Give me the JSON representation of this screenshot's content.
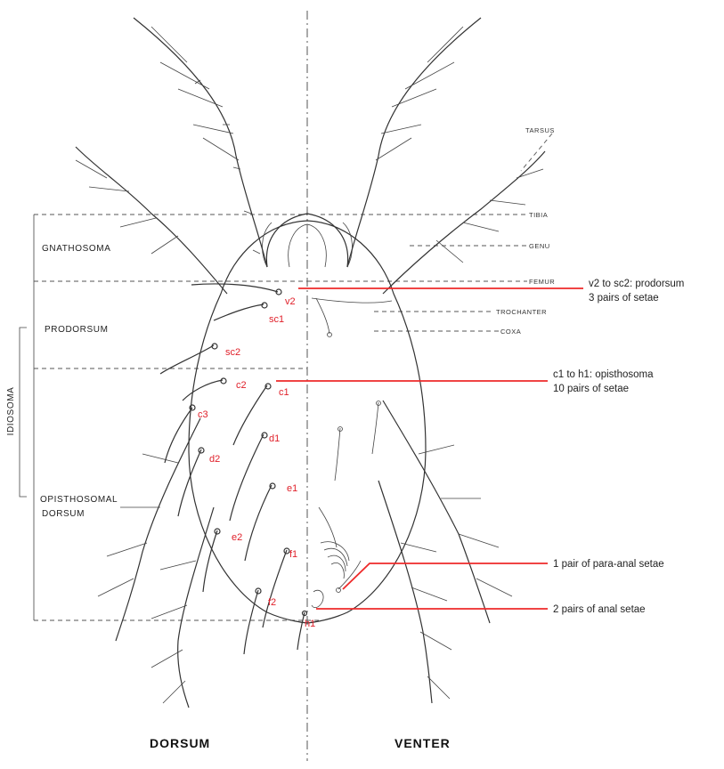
{
  "regions": {
    "gnathosoma": "GNATHOSOMA",
    "prodorsum": "PRODORSUM",
    "opisthosomal_line1": "OPISTHOSOMAL",
    "opisthosomal_line2": "DORSUM",
    "idiosoma": "IDIOSOMA"
  },
  "leg_segments": {
    "tarsus": "TARSUS",
    "tibia": "TIBIA",
    "genu": "GENU",
    "femur": "FEMUR",
    "trochanter": "TROCHANTER",
    "coxa": "COXA"
  },
  "setae": {
    "v2": "v2",
    "sc1": "sc1",
    "sc2": "sc2",
    "c2": "c2",
    "c1": "c1",
    "c3": "c3",
    "d1": "d1",
    "d2": "d2",
    "e1": "e1",
    "e2": "e2",
    "f1": "f1",
    "f2": "f2",
    "h1": "h1"
  },
  "annotations": {
    "prodorsum_line1": "v2 to sc2: prodorsum",
    "prodorsum_line2": "3 pairs of setae",
    "opisthosoma_line1": "c1 to h1: opisthosoma",
    "opisthosoma_line2": "10 pairs of  setae",
    "para_anal": "1 pair of para-anal setae",
    "anal": "2 pairs of anal setae"
  },
  "views": {
    "dorsum": "DORSUM",
    "venter": "VENTER"
  },
  "colors": {
    "annotation_red": "#ee2a2a",
    "ink": "#333333"
  }
}
